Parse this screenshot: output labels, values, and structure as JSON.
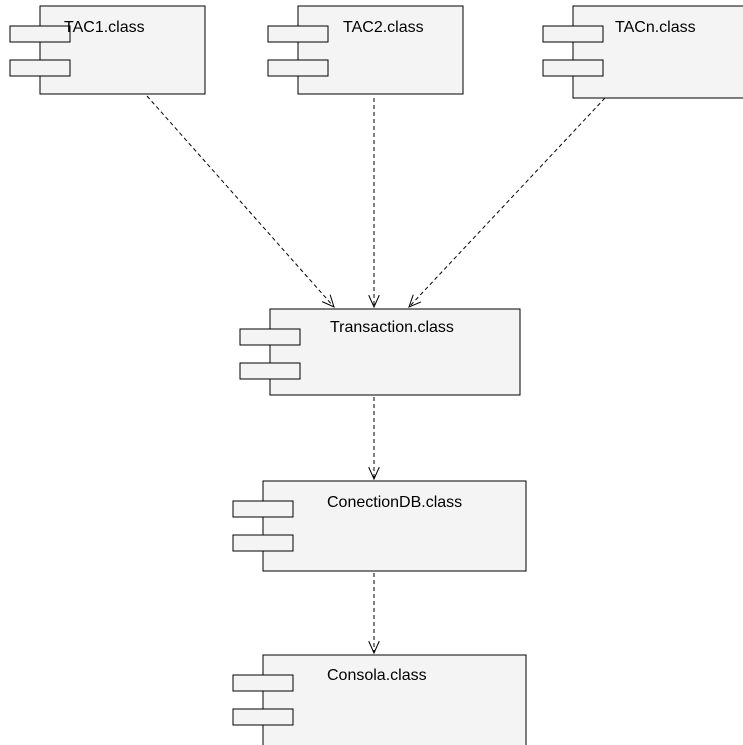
{
  "diagram": {
    "components": [
      {
        "id": "tac1",
        "label": "TAC1.class"
      },
      {
        "id": "tac2",
        "label": "TAC2.class"
      },
      {
        "id": "tacn",
        "label": "TACn.class"
      },
      {
        "id": "transaction",
        "label": "Transaction.class"
      },
      {
        "id": "conectiondb",
        "label": "ConectionDB.class"
      },
      {
        "id": "consola",
        "label": "Consola.class"
      }
    ],
    "dependencies": [
      {
        "from": "tac1",
        "to": "transaction"
      },
      {
        "from": "tac2",
        "to": "transaction"
      },
      {
        "from": "tacn",
        "to": "transaction"
      },
      {
        "from": "transaction",
        "to": "conectiondb"
      },
      {
        "from": "conectiondb",
        "to": "consola"
      }
    ]
  }
}
